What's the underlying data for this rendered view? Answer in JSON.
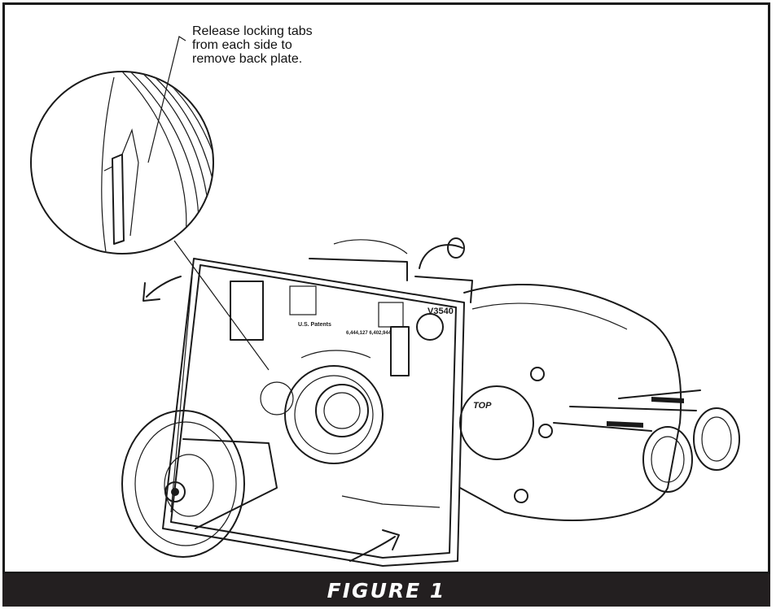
{
  "figure": {
    "caption": "FIGURE 1",
    "callout_text": "Release locking tabs\nfrom each side to\nremove back plate.",
    "valve_labels": {
      "model": "V3540",
      "patents": "U.S. Patents",
      "patent_numbers": "6,444,127 6,402,944",
      "top_marking": "TOP"
    }
  },
  "colors": {
    "line": "#1a1a1a",
    "caption_bar": "#231f20",
    "caption_text": "#ffffff",
    "background": "#ffffff"
  },
  "icons": [
    "curved-arrow-icon",
    "curved-arrow-icon"
  ]
}
